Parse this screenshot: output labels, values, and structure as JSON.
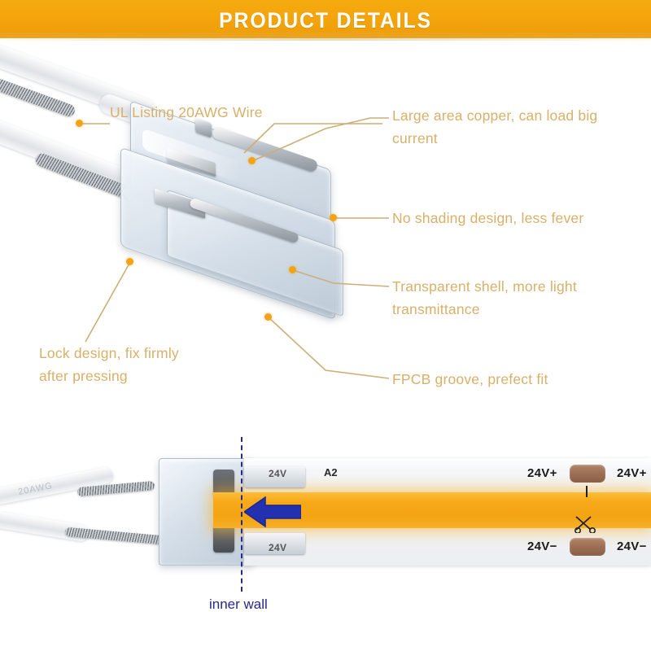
{
  "header": {
    "title": "PRODUCT DETAILS",
    "bg_color": "#f4a50c",
    "text_color": "#ffffff"
  },
  "theme": {
    "callout_text_color": "#d8b06a",
    "leader_line_color": "#cdae76",
    "dot_color": "#f2a318",
    "blue_accent": "#262a8c",
    "led_amber": "#f4a414"
  },
  "callouts": [
    {
      "id": "ul-listing",
      "label": "UL Listing 20AWG Wire"
    },
    {
      "id": "large-area-copper",
      "label": "Large area copper, can load big\ncurrent"
    },
    {
      "id": "no-shading",
      "label": "No shading design, less fever"
    },
    {
      "id": "transparent-shell",
      "label": "Transparent shell, more light\ntransmittance"
    },
    {
      "id": "lock-design",
      "label": "Lock design, fix firmly\nafter pressing"
    },
    {
      "id": "fpcb-groove",
      "label": "FPCB groove, prefect fit"
    }
  ],
  "diagram": {
    "inner_wall_label": "inner wall",
    "strip_markings": {
      "positive_left": "24V+",
      "positive_right": "24V+",
      "negative_left": "24V−",
      "negative_right": "24V−",
      "pcb_code": "A2",
      "connector_terminal_top": "24V",
      "connector_terminal_bottom": "24V"
    },
    "wire_print": "20AWG"
  }
}
